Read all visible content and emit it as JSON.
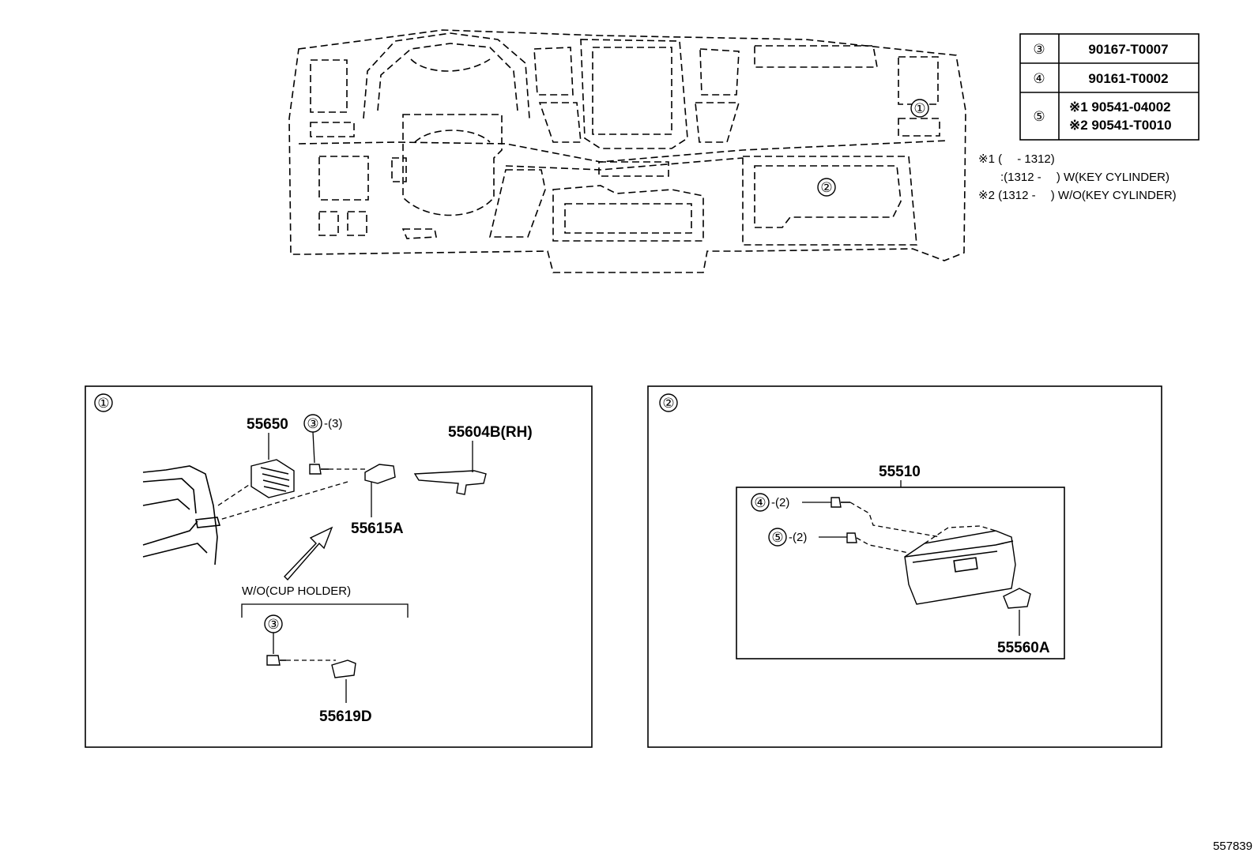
{
  "legend_table": {
    "rows": [
      {
        "ref": "③",
        "parts": [
          "90167-T0007"
        ]
      },
      {
        "ref": "④",
        "parts": [
          "90161-T0002"
        ]
      },
      {
        "ref": "⑤",
        "parts": [
          "※1 90541-04002",
          "※2 90541-T0010"
        ]
      }
    ]
  },
  "notes": [
    "※1 (　 - 1312)",
    ":(1312 -　 ) W(KEY CYLINDER)",
    "※2 (1312 -　 ) W/O(KEY CYLINDER)"
  ],
  "overview": {
    "callout_1": "①",
    "callout_2": "②"
  },
  "detail_1": {
    "label": "①",
    "parts": {
      "p55650": "55650",
      "screw3": "③",
      "screw3_qty": "-(3)",
      "p55604B": "55604B(RH)",
      "p55615A": "55615A",
      "option_label": "W/O(CUP HOLDER)",
      "screw3b": "③",
      "p55619D": "55619D"
    }
  },
  "detail_2": {
    "label": "②",
    "parts": {
      "p55510": "55510",
      "screw4": "④",
      "screw4_qty": "-(2)",
      "screw5": "⑤",
      "screw5_qty": "-(2)",
      "p55560A": "55560A"
    }
  },
  "figure_id": "557839"
}
